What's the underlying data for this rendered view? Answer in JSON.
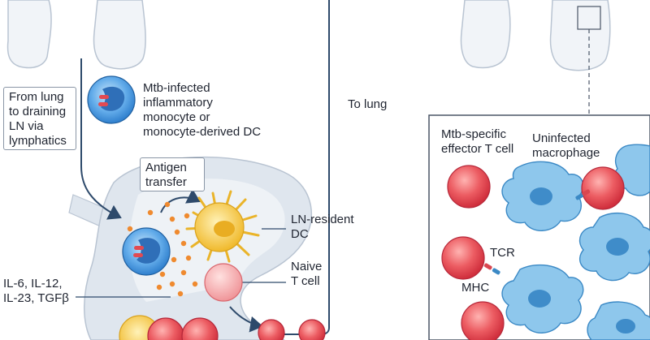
{
  "labels": {
    "from_lung": "From lung\nto draining\nLN via\nlymphatics",
    "mtb_infected": "Mtb-infected\ninflammatory\nmonocyte or\nmonocyte-derived DC",
    "to_lung": "To lung",
    "antigen_transfer": "Antigen\ntransfer",
    "ln_resident": "LN-resident\nDC",
    "naive": "Naive\nT cell",
    "cytokines": "IL-6, IL-12,\nIL-23, TGFβ",
    "mtb_specific": "Mtb-specific\neffector T cell",
    "uninfected": "Uninfected\nmacrophage",
    "tcr": "TCR",
    "mhc": "MHC"
  },
  "colors": {
    "lung_fill": "#f1f4f8",
    "lung_stroke": "#b9c4d2",
    "node_fill": "#dfe6ee",
    "connector": "#2e4a6b",
    "monocyte_blue": "#3c8fd6",
    "t_cell_red": "#e4474f",
    "dc_yellow": "#f6c640",
    "macrophage_blue": "#8ec7ec",
    "antigen_orange": "#ef8a2f"
  }
}
